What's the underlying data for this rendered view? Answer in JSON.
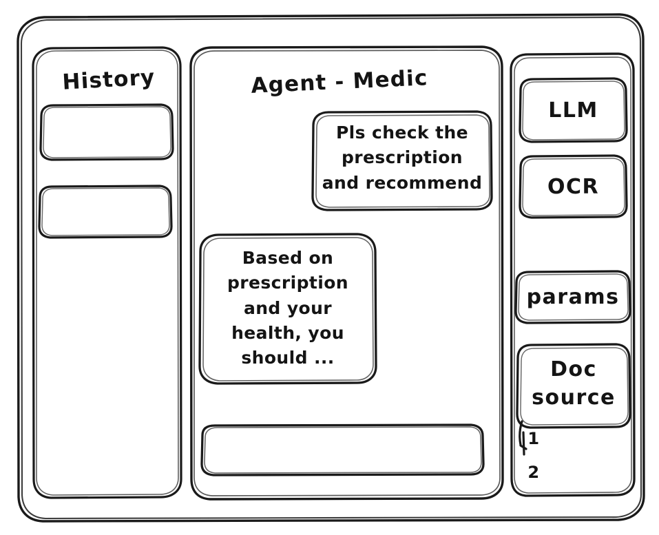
{
  "window": {
    "name": "agent-medic-wireframe"
  },
  "sidebar": {
    "title": "History",
    "items": [
      {
        "label": ""
      },
      {
        "label": ""
      }
    ]
  },
  "main": {
    "title": "Agent - Medic",
    "messages": [
      {
        "role": "user",
        "text": "Pls check the\nprescription\nand recommend"
      },
      {
        "role": "agent",
        "text": "Based on\nprescription\nand your\nhealth, you\nshould ..."
      }
    ],
    "composer": {
      "value": "",
      "placeholder": ""
    }
  },
  "tools": {
    "buttons": [
      {
        "label": "LLM"
      },
      {
        "label": "OCR"
      },
      {
        "label": "params"
      },
      {
        "label": "Doc\nsource"
      }
    ],
    "sources": [
      {
        "label": "1"
      },
      {
        "label": "2"
      }
    ]
  },
  "style": {
    "stroke": "#1a1a1a",
    "background": "#ffffff"
  }
}
